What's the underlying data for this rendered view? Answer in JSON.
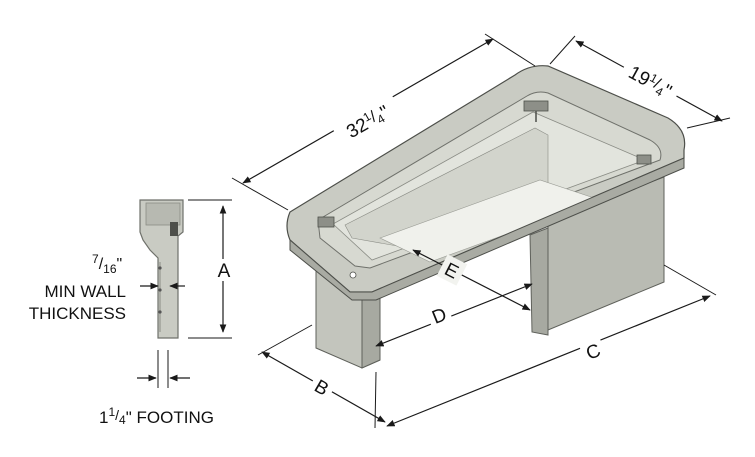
{
  "dimensions": {
    "length": {
      "whole": "32",
      "num": "1",
      "den": "4",
      "unit": "\""
    },
    "width": {
      "whole": "19",
      "num": "1",
      "den": "4",
      "unit": "\""
    },
    "a": "A",
    "b": "B",
    "c": "C",
    "d": "D",
    "e": "E"
  },
  "wall": {
    "num": "7",
    "den": "16",
    "unit": "\"",
    "line1": "MIN WALL",
    "line2": "THICKNESS"
  },
  "footing": {
    "whole": "1",
    "num": "1",
    "den": "4",
    "unit": "\"",
    "label": " FOOTING"
  },
  "colors": {
    "concrete": "#c9cbc3",
    "concrete_dark": "#a7a9a1",
    "concrete_shadow": "#8d8f88",
    "inner_floor": "#eceee8",
    "line": "#1a1a1a"
  }
}
